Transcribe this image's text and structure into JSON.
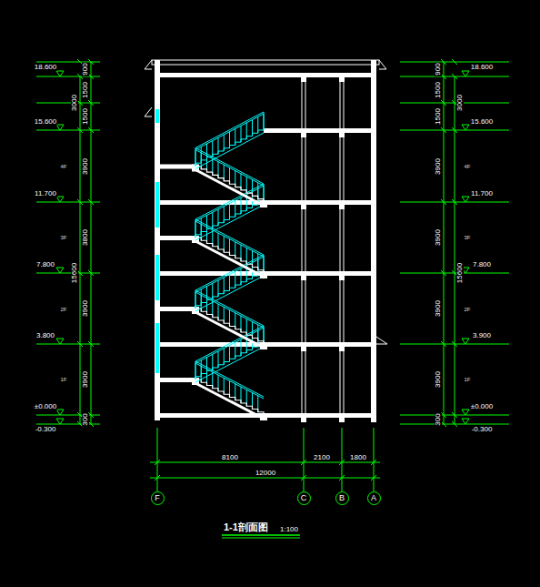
{
  "diagram": {
    "title": "1-1剖面图",
    "nodes": [
      {
        "text": [
          "F"
        ]
      },
      {
        "text": [
          "C"
        ]
      },
      {
        "text": [
          "B"
        ]
      },
      {
        "text": [
          "A"
        ]
      }
    ],
    "labels": [
      "18.600",
      "15.600",
      "11.700",
      "7.800",
      "3.800",
      "±0.000",
      "-0.300",
      "900",
      "1500",
      "3000",
      "1500",
      "3900",
      "3800",
      "3900",
      "3900",
      "15600",
      "300",
      "4F",
      "3F",
      "2F",
      "1F",
      "18.600",
      "15.600",
      "11.700",
      "7.800",
      "3.900",
      "±0.000",
      "-0.300",
      "900",
      "1500",
      "3000",
      "1500",
      "3900",
      "3900",
      "3900",
      "3900",
      "15600",
      "300",
      "4F",
      "3F",
      "2F",
      "1F",
      "8100",
      "2100",
      "1800",
      "12000",
      "1:100"
    ]
  }
}
